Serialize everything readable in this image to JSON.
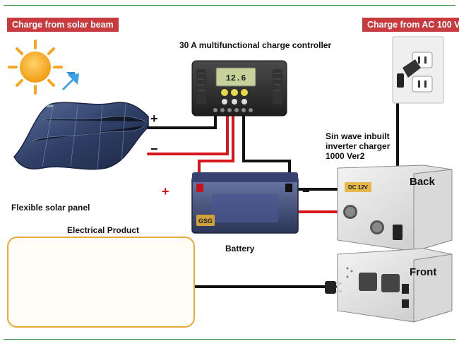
{
  "tags": {
    "solar": "Charge from solar beam",
    "ac": "Charge from AC 100 V"
  },
  "colors": {
    "tag_bg": "#c93a3f",
    "frame_green": "#2e8b3a",
    "wire_red": "#d9161c",
    "wire_black": "#111111",
    "product_border": "#e9a83a"
  },
  "labels": {
    "controller": "30 A multifunctional charge controller",
    "solar_panel": "Flexible solar panel",
    "battery": "Battery",
    "inverter": [
      "Sin wave inbuilt",
      "inverter charger",
      "1000 Ver2"
    ],
    "back": "Back",
    "front": "Front",
    "electrical_product": "Electrical Product"
  },
  "polarity": {
    "panel_plus": "+",
    "panel_minus": "−",
    "battery_plus": "+",
    "battery_minus": "−"
  },
  "controller_display": "12.6",
  "battery_brand": "GSG",
  "inverter_badge": "DC 12V"
}
